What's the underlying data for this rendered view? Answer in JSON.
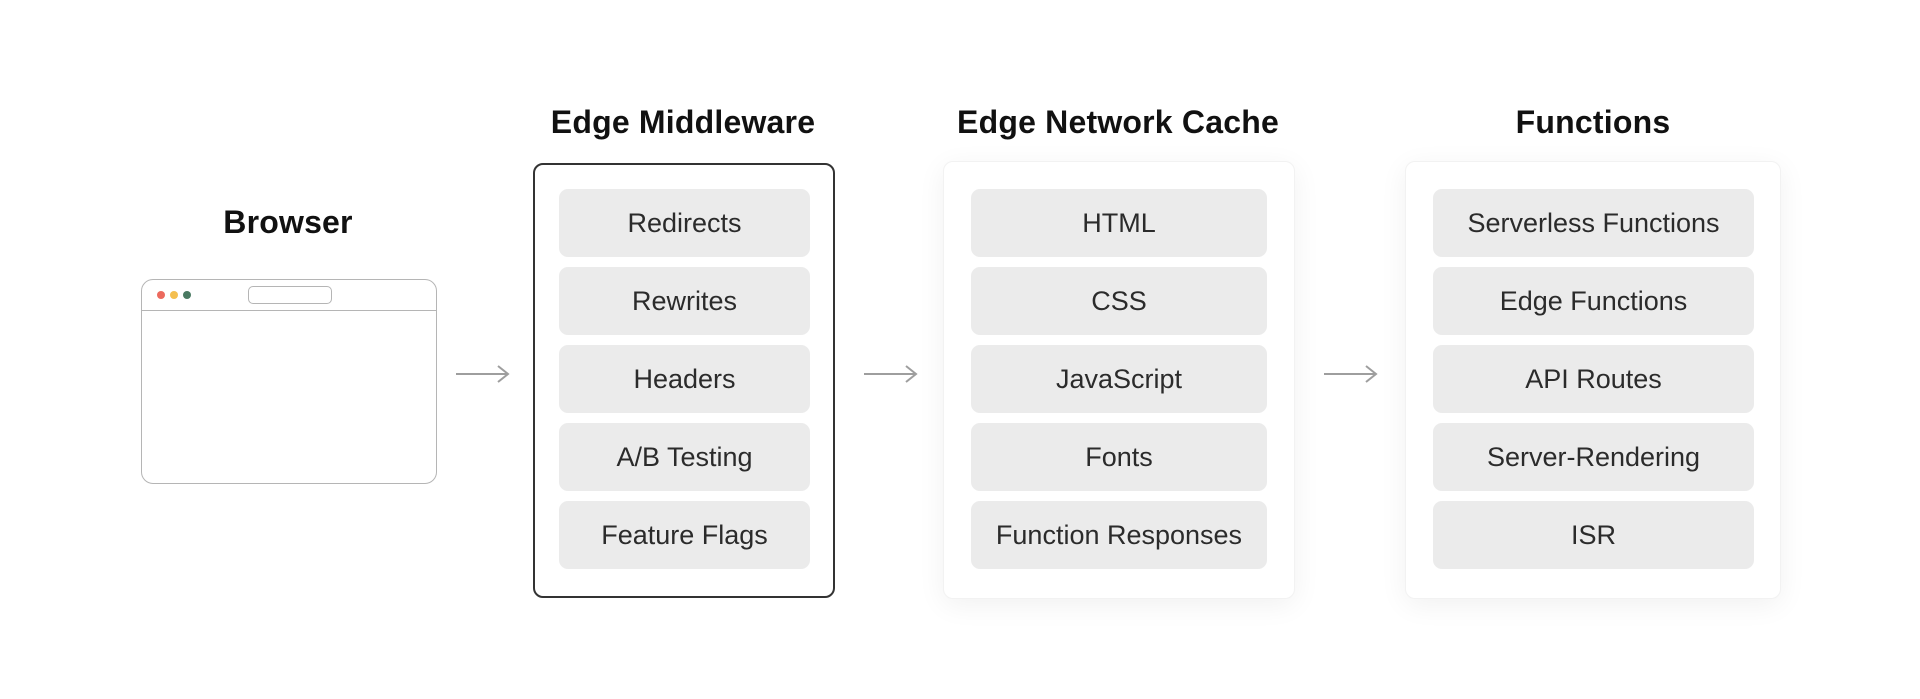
{
  "browser": {
    "title": "Browser",
    "window_dots": [
      {
        "name": "close",
        "color": "#ec6a5e"
      },
      {
        "name": "minimize",
        "color": "#f4bf4f"
      },
      {
        "name": "maximize",
        "color": "#4a7a62"
      }
    ]
  },
  "arrow_icon": "long-right-arrow",
  "arrow_color": "#9e9e9e",
  "stages": [
    {
      "title": "Edge Middleware",
      "style": "highlighted",
      "items": [
        "Redirects",
        "Rewrites",
        "Headers",
        "A/B Testing",
        "Feature Flags"
      ]
    },
    {
      "title": "Edge Network Cache",
      "style": "soft",
      "items": [
        "HTML",
        "CSS",
        "JavaScript",
        "Fonts",
        "Function Responses"
      ]
    },
    {
      "title": "Functions",
      "style": "soft",
      "items": [
        "Serverless Functions",
        "Edge Functions",
        "API Routes",
        "Server-Rendering",
        "ISR"
      ]
    }
  ]
}
